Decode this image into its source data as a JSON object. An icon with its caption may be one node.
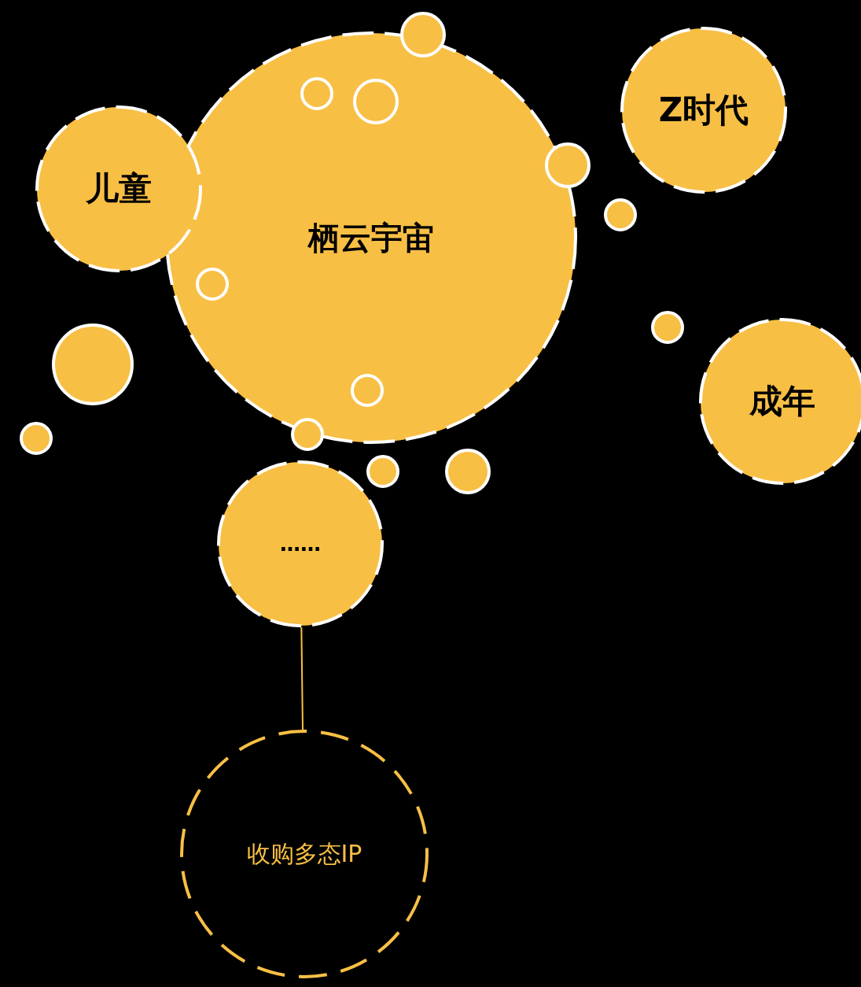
{
  "diagram": {
    "nodes": [
      {
        "text": [
          "栖云宇宙"
        ]
      },
      {
        "text": [],
        "shape": "circle",
        "in": 0
      },
      {
        "text": [],
        "shape": "circle",
        "in": 0
      },
      {
        "text": [],
        "shape": "circle",
        "in": 0
      },
      {
        "text": [],
        "shape": "circle",
        "in": 0
      },
      {
        "text": [
          "儿童"
        ]
      },
      {
        "text": [
          "Z时代"
        ]
      },
      {
        "text": [
          "成年"
        ]
      },
      {
        "text": [
          "……"
        ]
      },
      {
        "text": [
          "收购多态IP"
        ]
      },
      {
        "text": [],
        "shape": "circle"
      },
      {
        "text": [],
        "shape": "circle"
      },
      {
        "text": [],
        "shape": "circle"
      },
      {
        "text": [],
        "shape": "circle"
      },
      {
        "text": [],
        "shape": "circle"
      },
      {
        "text": [],
        "shape": "circle"
      },
      {
        "text": [],
        "shape": "circle"
      },
      {
        "text": [],
        "shape": "circle"
      },
      {
        "text": [],
        "shape": "circle"
      }
    ],
    "edges": [
      {
        "from": 8,
        "to": 9,
        "arrow": "none"
      }
    ]
  }
}
